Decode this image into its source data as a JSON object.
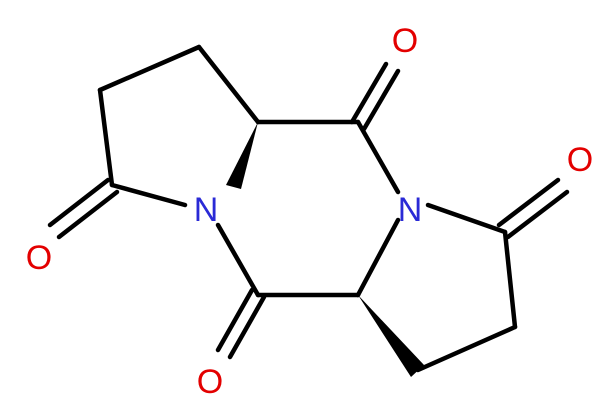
{
  "colors": {
    "bond": "#000000",
    "nitrogen": "#2a2ad6",
    "oxygen": "#e30000",
    "background": "#ffffff"
  },
  "atoms": {
    "o_top": "O",
    "o_right": "O",
    "o_left": "O",
    "o_bottom": "O",
    "n_left": "N",
    "n_right": "N"
  }
}
